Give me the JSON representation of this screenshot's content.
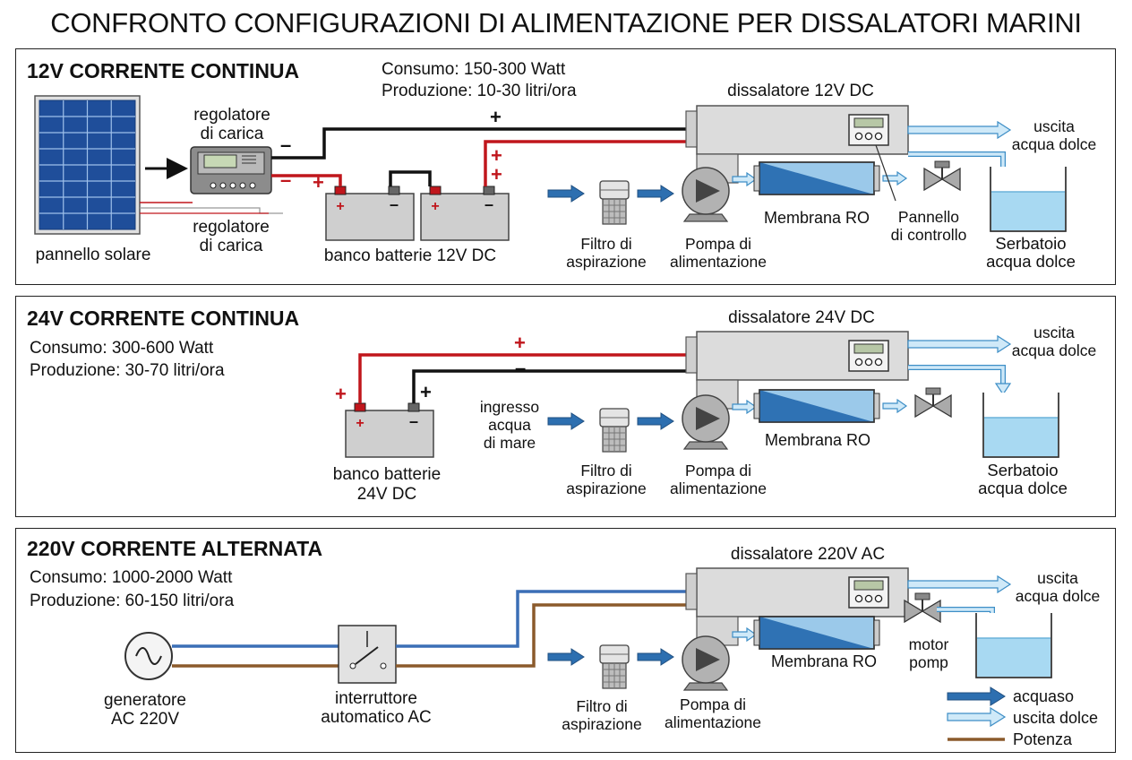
{
  "title": "CONFRONTO CONFIGURAZIONI DI ALIMENTAZIONE PER DISSALATORI MARINI",
  "colors": {
    "positive": "#c0161c",
    "negative": "#111111",
    "ac_phase": "#3b6fb6",
    "ac_power": "#8b5a2b",
    "sea_water": "#2d6fb0",
    "fresh_water": "#9ed2ef"
  },
  "panel12": {
    "title": "12V CORRENTE CONTINUA",
    "consumo": "Consumo: 150-300 Watt",
    "produzione": "Produzione: 10-30 litri/ora",
    "desal": "dissalatore 12V DC",
    "solar": "pannello solare",
    "reg_top_1": "regolatore",
    "reg_top_2": "di carica",
    "reg_bot_1": "regolatore",
    "reg_bot_2": "di carica",
    "battery": "banco batterie 12V DC",
    "filter_1": "Filtro di",
    "filter_2": "aspirazione",
    "pump_1": "Pompa di",
    "pump_2": "alimentazione",
    "membrane": "Membrana RO",
    "panel_1": "Pannello",
    "panel_2": "di controllo",
    "tank_1": "Serbatoio",
    "tank_2": "acqua dolce",
    "out_1": "uscita",
    "out_2": "acqua dolce",
    "plus": "+",
    "minus": "–"
  },
  "panel24": {
    "title": "24V CORRENTE CONTINUA",
    "consumo": "Consumo: 300-600 Watt",
    "produzione": "Produzione: 30-70 litri/ora",
    "desal": "dissalatore 24V DC",
    "battery_1": "banco batterie",
    "battery_2": "24V DC",
    "sea_1": "ingresso",
    "sea_2": "acqua",
    "sea_3": "di mare",
    "filter_1": "Filtro di",
    "filter_2": "aspirazione",
    "pump_1": "Pompa di",
    "pump_2": "alimentazione",
    "membrane": "Membrana RO",
    "tank_1": "Serbatoio",
    "tank_2": "acqua dolce",
    "out_1": "uscita",
    "out_2": "acqua dolce",
    "plus": "+",
    "minus": "–"
  },
  "panel220": {
    "title": "220V CORRENTE ALTERNATA",
    "consumo": "Consumo: 1000-2000 Watt",
    "produzione": "Produzione: 60-150 litri/ora",
    "desal": "dissalatore 220V AC",
    "gen_1": "generatore",
    "gen_2": "AC 220V",
    "switch_1": "interruttore",
    "switch_2": "automatico AC",
    "filter_1": "Filtro di",
    "filter_2": "aspirazione",
    "pump_1": "Pompa di",
    "pump_2": "alimentazione",
    "membrane": "Membrana RO",
    "motor_1": "motor",
    "motor_2": "pomp",
    "out_1": "uscita",
    "out_2": "acqua dolce"
  },
  "legend": {
    "sea": "acquaso",
    "fresh": "uscita dolce",
    "power": "Potenza"
  }
}
